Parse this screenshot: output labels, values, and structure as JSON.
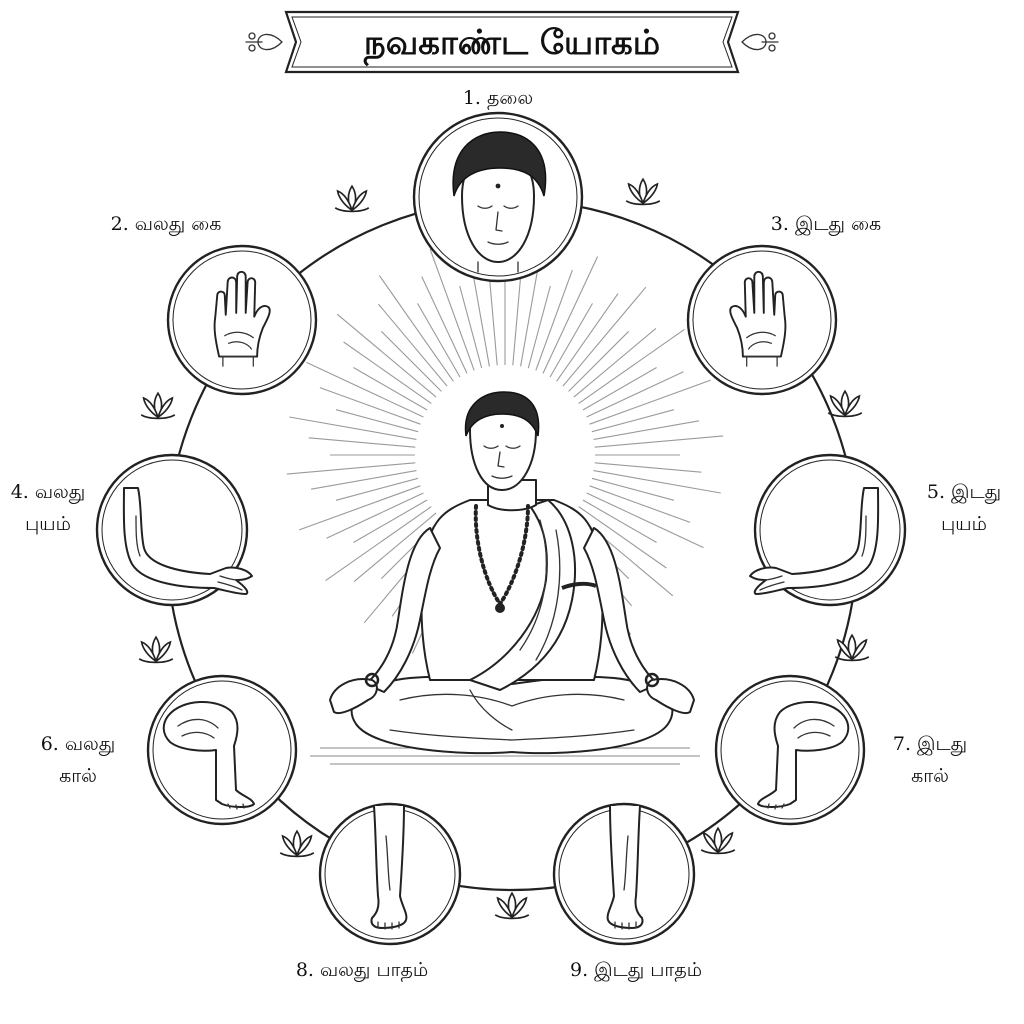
{
  "title": "நவகாண்ட யோகம்",
  "labels": {
    "p1": "1. தலை",
    "p2": "2. வலது கை",
    "p3": "3. இடது கை",
    "p4_line1": "4. வலது",
    "p4_line2": "புயம்",
    "p5_line1": "5. இடது",
    "p5_line2": "புயம்",
    "p6_line1": "6. வலது",
    "p6_line2": "கால்",
    "p7_line1": "7. இடது",
    "p7_line2": "கால்",
    "p8": "8. வலது பாதம்",
    "p9": "9. இடது பாதம்"
  },
  "colors": {
    "ink": "#222222",
    "background": "#ffffff",
    "rays": "#9a9a9a"
  },
  "icons": [
    "lotus-icon",
    "head-icon",
    "hand-icon",
    "arm-icon",
    "leg-icon",
    "foot-icon",
    "meditating-figure"
  ]
}
